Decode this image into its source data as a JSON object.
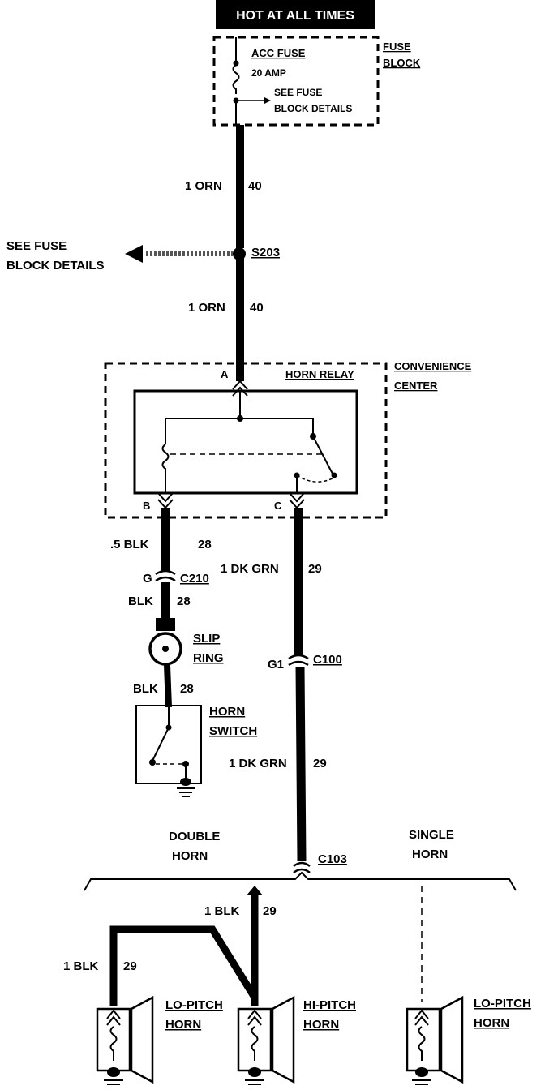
{
  "header": {
    "label": "HOT AT ALL TIMES"
  },
  "fuse_block": {
    "title_line1": "FUSE",
    "title_line2": "BLOCK",
    "fuse_name": "ACC FUSE",
    "fuse_rating": "20 AMP",
    "see_line1": "SEE FUSE",
    "see_line2": "BLOCK DETAILS"
  },
  "wire_top_1": {
    "label": "1 ORN",
    "circuit": "40"
  },
  "splice": {
    "id": "S203",
    "see_line1": "SEE FUSE",
    "see_line2": "BLOCK DETAILS"
  },
  "wire_top_2": {
    "label": "1 ORN",
    "circuit": "40"
  },
  "convenience_center": {
    "title_line1": "CONVENIENCE",
    "title_line2": "CENTER",
    "relay_name": "HORN RELAY",
    "pin_a": "A",
    "pin_b": "B",
    "pin_c": "C"
  },
  "left_branch": {
    "wire1_label": ".5 BLK",
    "wire1_circuit": "28",
    "conn_pin": "G",
    "conn_id": "C210",
    "wire2_label": "BLK",
    "wire2_circuit": "28",
    "slip_ring_line1": "SLIP",
    "slip_ring_line2": "RING",
    "wire3_label": "BLK",
    "wire3_circuit": "28",
    "horn_switch_line1": "HORN",
    "horn_switch_line2": "SWITCH"
  },
  "right_branch": {
    "wire1_label": "1 DK GRN",
    "wire1_circuit": "29",
    "conn_pin": "G1",
    "conn_id": "C100",
    "wire2_label": "1 DK GRN",
    "wire2_circuit": "29",
    "conn_c103": "C103"
  },
  "options": {
    "double_line1": "DOUBLE",
    "double_line2": "HORN",
    "single_line1": "SINGLE",
    "single_line2": "HORN"
  },
  "horns": {
    "hi_wire_label": "1 BLK",
    "hi_wire_circuit": "29",
    "lo_wire_label": "1 BLK",
    "lo_wire_circuit": "29",
    "lo_pitch_line1": "LO-PITCH",
    "lo_pitch_line2": "HORN",
    "hi_pitch_line1": "HI-PITCH",
    "hi_pitch_line2": "HORN",
    "single_lo_line1": "LO-PITCH",
    "single_lo_line2": "HORN"
  }
}
